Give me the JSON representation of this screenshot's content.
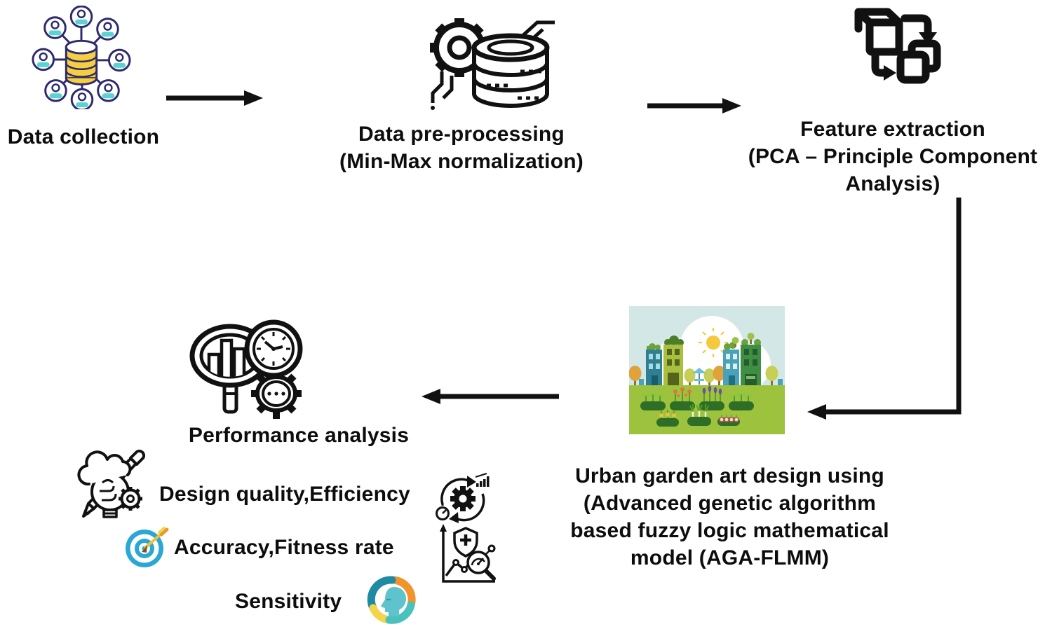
{
  "figure": {
    "type": "methodology-flow-diagram",
    "background": "#ffffff",
    "nodes": {
      "data_collection": {
        "icon": "database-network-icon",
        "lines": [
          "Data collection"
        ]
      },
      "preprocessing": {
        "icon": "gear-database-icon",
        "lines": [
          "Data pre-processing",
          "(Min-Max normalization)"
        ]
      },
      "feature_extraction": {
        "icon": "cube-transform-icon",
        "lines": [
          "Feature extraction",
          "(PCA – Principle Component",
          "Analysis)"
        ]
      },
      "urban_garden": {
        "icon": "urban-garden-illustration",
        "lines": [
          "Urban garden art design using",
          "(Advanced genetic algorithm",
          "based fuzzy logic mathematical",
          "model (AGA-FLMM)"
        ]
      },
      "performance": {
        "icon": "magnifier-chart-clock-gear-icon",
        "lines": [
          "Performance analysis"
        ]
      },
      "metrics": [
        {
          "left_icon": "idea-design-pencil-gear-icon",
          "label": "Design quality,Efficiency",
          "right_icon": "gear-cycle-chart-stopwatch-icon"
        },
        {
          "left_icon": "target-arrow-icon",
          "label": "Accuracy,Fitness rate",
          "right_icon": "shield-analytics-magnifier-icon"
        },
        {
          "left_icon": null,
          "label": "Sensitivity",
          "right_icon": "head-profile-ring-icon"
        }
      ]
    },
    "connections": [
      {
        "from": "data_collection",
        "to": "preprocessing",
        "style": "straight-arrow-right"
      },
      {
        "from": "preprocessing",
        "to": "feature_extraction",
        "style": "straight-arrow-right"
      },
      {
        "from": "feature_extraction",
        "to": "urban_garden",
        "style": "elbow-down-then-left-arrow"
      },
      {
        "from": "urban_garden",
        "to": "performance",
        "style": "straight-arrow-left"
      }
    ],
    "colors": {
      "text": "#0d0d0d",
      "line_art": "#111111",
      "network_navy": "#2d2a6e",
      "database_yellow": "#f6cf41",
      "person_teal": "#5ad2d2",
      "target_blue": "#2ba7d4",
      "arrow_gold": "#edc23f",
      "ring_orange": "#f0942d",
      "ring_dark_teal": "#1e8ba3",
      "ring_yellow": "#f3d44d",
      "ring_turquoise": "#49c2be",
      "head_teal": "#5fc3cd",
      "garden_sky": "#d4e7e7",
      "garden_ground": "#9dc23e",
      "garden_bed_green": "#2f6e26",
      "sun_yellow": "#f6c83e"
    }
  }
}
